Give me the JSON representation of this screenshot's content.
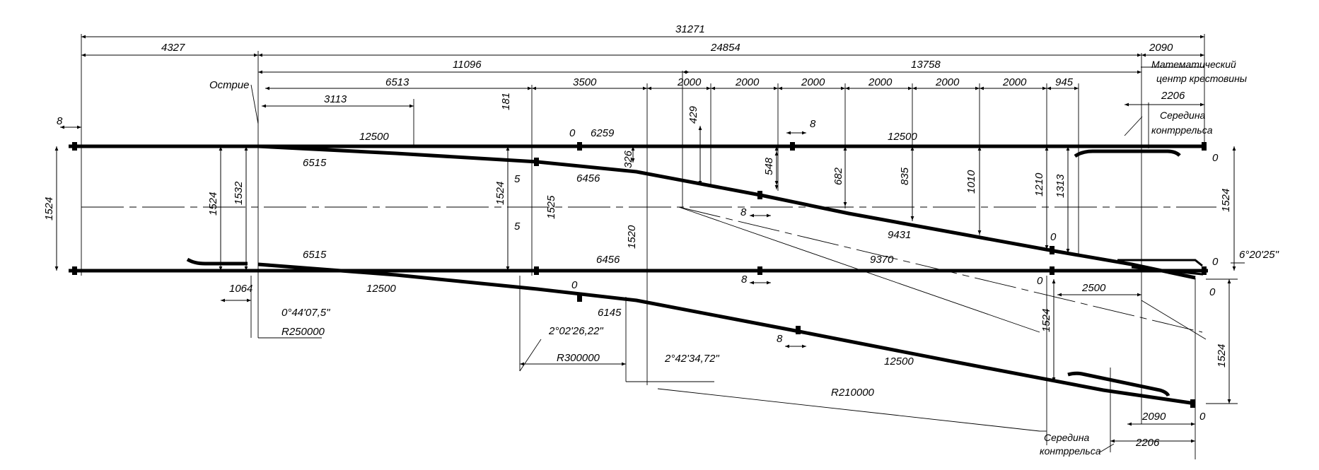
{
  "labels": {
    "l_31271": "31271",
    "l_4327": "4327",
    "l_24854": "24854",
    "l_2090_top": "2090",
    "l_11096": "11096",
    "l_13758": "13758",
    "l_math_center_1": "Математический",
    "l_math_center_2": "центр крестовины",
    "l_ostrie": "Острие",
    "l_6513": "6513",
    "l_3500": "3500",
    "l_2000_a": "2000",
    "l_2000_b": "2000",
    "l_2000_c": "2000",
    "l_2000_d": "2000",
    "l_2000_e": "2000",
    "l_2000_f": "2000",
    "l_945": "945",
    "l_2206_top": "2206",
    "l_seredina_top_1": "Середина",
    "l_seredina_top_2": "контррельса",
    "l_3113": "3113",
    "l_181": "181",
    "l_429": "429",
    "l_8_left": "8",
    "l_8_top": "8",
    "l_12500_top_left": "12500",
    "l_0_a": "0",
    "l_6259": "6259",
    "l_12500_top_right": "12500",
    "l_6515_top": "6515",
    "l_6456_top": "6456",
    "l_326": "326",
    "l_548": "548",
    "l_682": "682",
    "l_835": "835",
    "l_1010": "1010",
    "l_1210": "1210",
    "l_1313": "1313",
    "l_0_right_top": "0",
    "l_1524_left": "1524",
    "l_1524_b": "1524",
    "l_1532": "1532",
    "l_1524_c": "1524",
    "l_5_a": "5",
    "l_1525": "1525",
    "l_5_b": "5",
    "l_1520": "1520",
    "l_8_mid": "8",
    "l_9431": "9431",
    "l_0_mid": "0",
    "l_1524_right": "1524",
    "l_0_rightmid": "0",
    "l_angle_right": "6°20'25\"",
    "l_6515_bot": "6515",
    "l_6456_bot": "6456",
    "l_9370": "9370",
    "l_8_low": "8",
    "l_0_low": "0",
    "l_2500": "2500",
    "l_0_far": "0",
    "l_12500_bot_left": "12500",
    "l_1064": "1064",
    "l_0_b": "0",
    "l_6145": "6145",
    "l_1524_lower": "1524",
    "l_1524_far": "1524",
    "l_angle_1": "0°44'07,5\"",
    "l_r250000": "R250000",
    "l_angle_2": "2°02'26,22\"",
    "l_8_bottom": "8",
    "l_r300000": "R300000",
    "l_angle_3": "2°42'34,72\"",
    "l_12500_bot_right": "12500",
    "l_r210000": "R210000",
    "l_2090_bot": "2090",
    "l_0_bottom": "0",
    "l_2206_bot": "2206",
    "l_seredina_bot_1": "Середина",
    "l_seredina_bot_2": "контррельса"
  }
}
